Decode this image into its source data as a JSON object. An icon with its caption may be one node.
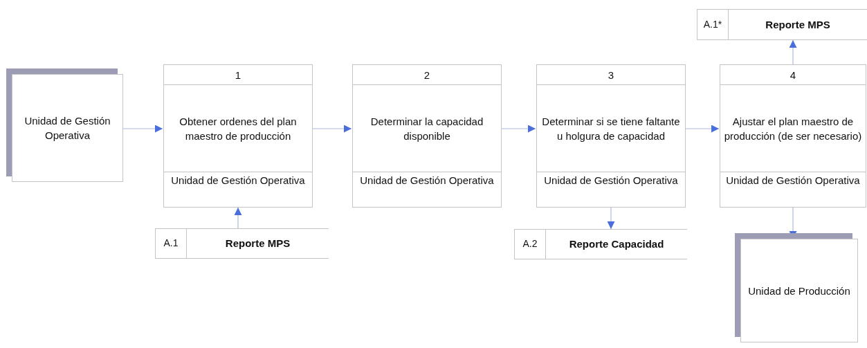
{
  "diagram": {
    "nodes": [
      {
        "text": [
          "Unidad de Gestión Operativa"
        ]
      },
      {
        "text": [
          "1",
          "Obtener ordenes del plan maestro de producción",
          "Unidad de Gestión Operativa"
        ]
      },
      {
        "text": [
          "2",
          "Determinar la capacidad disponible",
          "Unidad de Gestión Operativa"
        ]
      },
      {
        "text": [
          "3",
          "Determinar si se tiene faltante u holgura de capacidad",
          "Unidad de Gestión Operativa"
        ]
      },
      {
        "text": [
          "4",
          "Ajustar el plan maestro de producción (de ser necesario)",
          "Unidad de Gestión Operativa"
        ]
      },
      {
        "text": [
          "A.1",
          "Reporte MPS"
        ]
      },
      {
        "text": [
          "A.2",
          "Reporte Capacidad"
        ]
      },
      {
        "text": [
          "A.1*",
          "Reporte MPS"
        ]
      },
      {
        "text": [
          "Unidad de Producción"
        ]
      }
    ],
    "edges": [
      {
        "from": 0,
        "to": 1,
        "arrow": "to"
      },
      {
        "from": 1,
        "to": 2,
        "arrow": "to"
      },
      {
        "from": 2,
        "to": 3,
        "arrow": "to"
      },
      {
        "from": 3,
        "to": 4,
        "arrow": "to"
      },
      {
        "from": 5,
        "to": 1,
        "arrow": "to"
      },
      {
        "from": 3,
        "to": 6,
        "arrow": "to"
      },
      {
        "from": 4,
        "to": 7,
        "arrow": "to"
      },
      {
        "from": 4,
        "to": 8,
        "arrow": "to"
      }
    ]
  }
}
